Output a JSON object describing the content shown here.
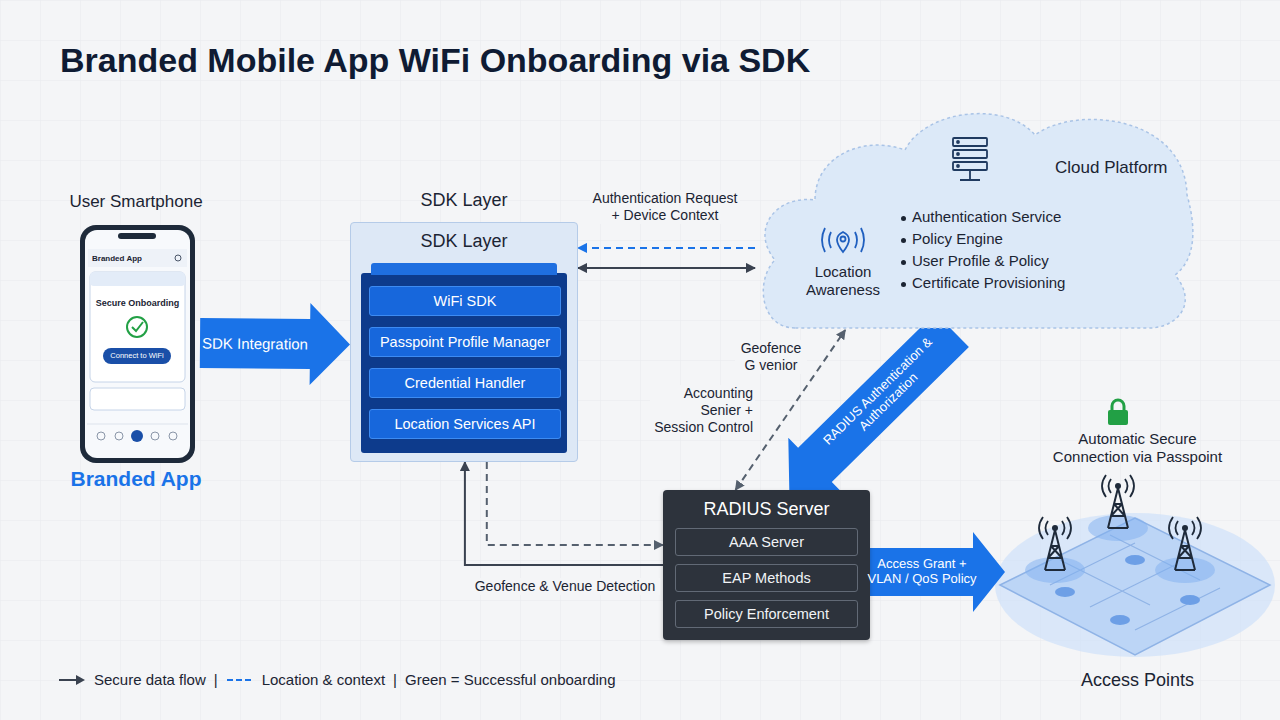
{
  "diagram": {
    "title": "Branded Mobile App WiFi Onboarding via SDK",
    "nodes": [
      {
        "text": [
          "User Smartphone",
          "Branded App"
        ]
      },
      {
        "text": [
          "SDK Layer",
          "SDK Layer"
        ]
      },
      {
        "text": [
          "WiFi SDK"
        ],
        "in": 1
      },
      {
        "text": [
          "Passpoint Profile Manager"
        ],
        "in": 1
      },
      {
        "text": [
          "Credential Handler"
        ],
        "in": 1
      },
      {
        "text": [
          "Location Services API"
        ],
        "in": 1
      },
      {
        "text": [
          "Cloud Platform",
          "Location Awareness",
          "Authentication Service",
          "Policy Engine",
          "User Profile & Policy",
          "Certificate Provisioning"
        ]
      },
      {
        "text": [
          "RADIUS Server"
        ]
      },
      {
        "text": [
          "AAA Server"
        ],
        "in": 7
      },
      {
        "text": [
          "EAP Methods"
        ],
        "in": 7
      },
      {
        "text": [
          "Policy Enforcement"
        ],
        "in": 7
      },
      {
        "text": [
          "Automatic Secure Connection via Passpoint",
          "Access Points"
        ]
      }
    ],
    "edges": [
      {
        "from": 0,
        "to": 1,
        "arrow": "to",
        "label": "SDK Integration"
      },
      {
        "from": 6,
        "to": 1,
        "arrow": "to",
        "label": "Authentication Request + Device Context"
      },
      {
        "from": 1,
        "to": 6,
        "arrow": "both"
      },
      {
        "from": 7,
        "to": 6,
        "arrow": "both",
        "label": "Accounting Senier + Session Control"
      },
      {
        "from": 6,
        "to": 7,
        "arrow": "to",
        "label": "RADIUS Authentication & Authorization"
      },
      {
        "from": 1,
        "to": 7,
        "arrow": "to",
        "label": "Geofence & Venue Detection"
      },
      {
        "from": 7,
        "to": 1,
        "arrow": "to"
      },
      {
        "from": 7,
        "to": 11,
        "arrow": "to",
        "label": "Access Grant + VLAN / QoS Policy"
      }
    ],
    "labels": [
      "Branded App",
      "Secure Onboarding",
      "Connect to WiFi",
      "Geofence G venior",
      "|",
      "|"
    ],
    "legend": [
      {
        "text": "Secure data flow"
      },
      {
        "text": "Location & context"
      },
      {
        "text": "Green = Successful onboarding"
      }
    ]
  }
}
